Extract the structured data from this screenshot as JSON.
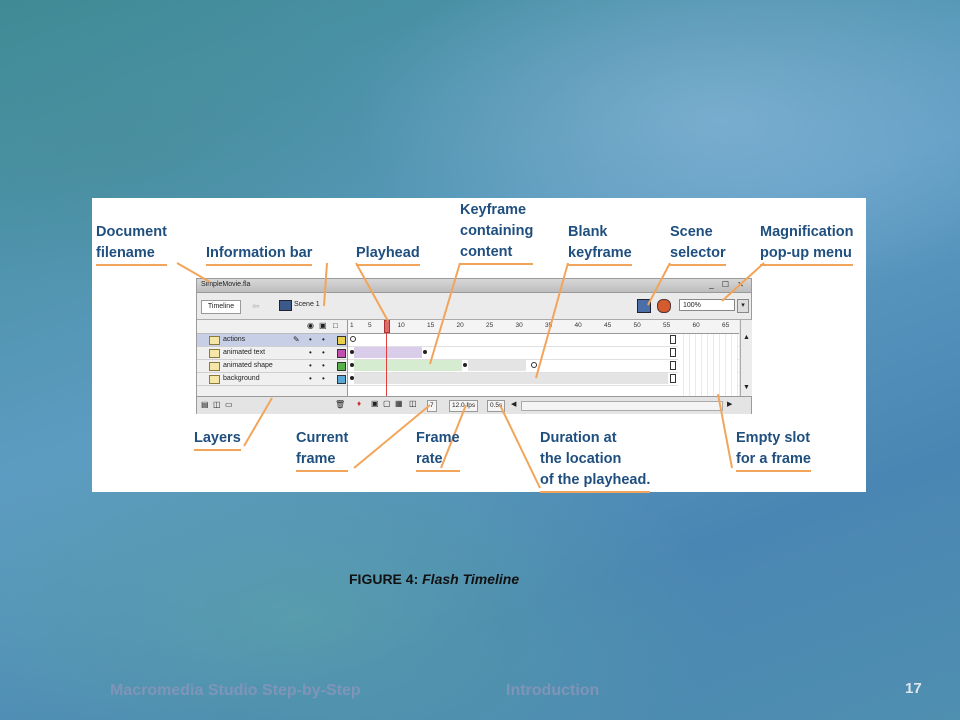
{
  "slide": {
    "caption_bold": "FIGURE 4:",
    "caption_italic": "Flash Timeline",
    "footer_title": "Macromedia Studio Step-by-Step",
    "footer_section": "Introduction",
    "page_number": "17"
  },
  "callouts": {
    "document_filename": [
      "Document",
      "filename"
    ],
    "information_bar": [
      "Information bar"
    ],
    "playhead": [
      "Playhead"
    ],
    "keyframe_content": [
      "Keyframe",
      "containing",
      "content"
    ],
    "blank_keyframe": [
      "Blank",
      "keyframe"
    ],
    "scene_selector": [
      "Scene",
      "selector"
    ],
    "magnification": [
      "Magnification",
      "pop-up menu"
    ],
    "layers": [
      "Layers"
    ],
    "current_frame": [
      "Current",
      "frame"
    ],
    "frame_rate": [
      "Frame",
      "rate"
    ],
    "duration": [
      "Duration at",
      "the location",
      "of the playhead."
    ],
    "empty_slot": [
      "Empty slot",
      "for a frame"
    ]
  },
  "timeline": {
    "filename": "SimpleMovie.fla",
    "window_buttons": "_ ☐ ✕",
    "tab_label": "Timeline",
    "scene_label": "Scene 1",
    "zoom_value": "100%",
    "ruler_numbers": [
      "1",
      "5",
      "10",
      "15",
      "20",
      "25",
      "30",
      "35",
      "40",
      "45",
      "50",
      "55",
      "60",
      "65"
    ],
    "layers": [
      {
        "name": "actions",
        "color": "#e8d048"
      },
      {
        "name": "animated text",
        "color": "#c04fb0"
      },
      {
        "name": "animated shape",
        "color": "#58b048"
      },
      {
        "name": "background",
        "color": "#58a8d8"
      }
    ],
    "current_frame": "7",
    "frame_rate": "12.0 fps",
    "elapsed": "0.5s"
  },
  "colors": {
    "callout_text": "#1f4f7f",
    "callout_underline": "#f2a55a",
    "playhead": "#e04040"
  }
}
